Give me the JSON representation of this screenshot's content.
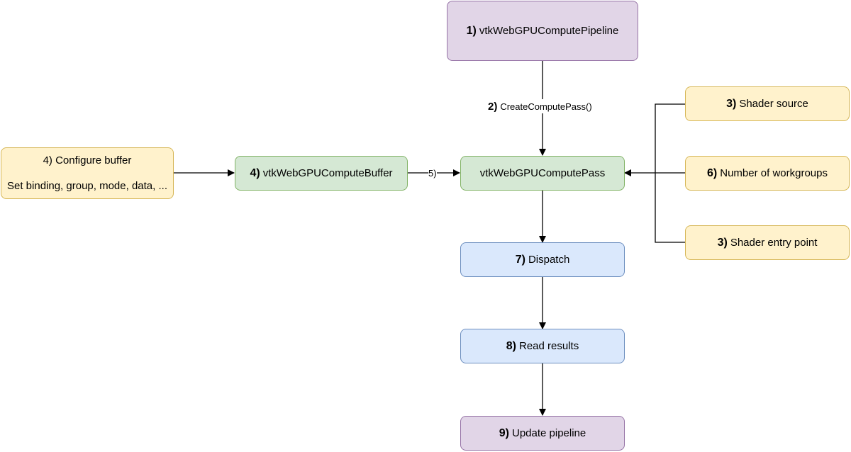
{
  "nodes": {
    "pipeline": {
      "num": "1)",
      "label": "vtkWebGPUComputePipeline"
    },
    "compute_pass": {
      "label": "vtkWebGPUComputePass"
    },
    "compute_buffer": {
      "num": "4)",
      "label": "vtkWebGPUComputeBuffer"
    },
    "configure_buffer": {
      "line1": "4) Configure buffer",
      "line2": "Set binding, group, mode, data, ..."
    },
    "shader_source": {
      "num": "3)",
      "label": "Shader source"
    },
    "workgroups": {
      "num": "6)",
      "label": "Number of workgroups"
    },
    "shader_entry": {
      "num": "3)",
      "label": "Shader entry point"
    },
    "dispatch": {
      "num": "7)",
      "label": "Dispatch"
    },
    "read_results": {
      "num": "8)",
      "label": "Read results"
    },
    "update_pipeline": {
      "num": "9)",
      "label": "Update pipeline"
    }
  },
  "edges": {
    "create_pass": {
      "num": "2)",
      "label": "CreateComputePass()"
    },
    "buffer_to_pass": {
      "label": "5)"
    }
  },
  "colors": {
    "purple_fill": "#e1d5e7",
    "purple_stroke": "#9673a6",
    "green_fill": "#d5e8d4",
    "green_stroke": "#82b366",
    "blue_fill": "#dae8fc",
    "blue_stroke": "#6c8ebf",
    "yellow_fill": "#fff2cc",
    "yellow_stroke": "#d6b656"
  }
}
